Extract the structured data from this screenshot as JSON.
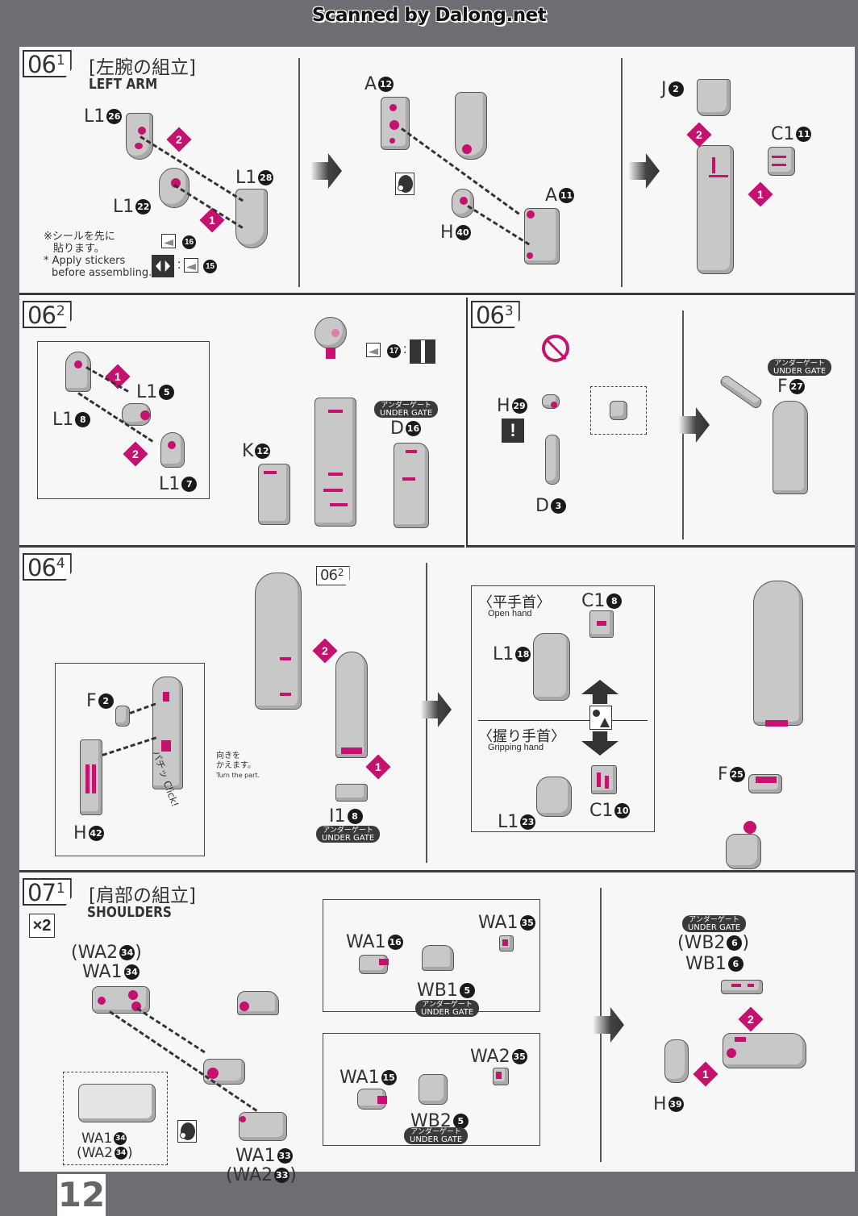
{
  "watermark": "Scanned by Dalong.net",
  "page_number": "12",
  "colors": {
    "accent": "#c4126e",
    "frame": "#706c73",
    "paper": "#f7f7f7"
  },
  "sections": {
    "s06_1": {
      "step": "06",
      "sub": "1",
      "title_jp": "[左腕の組立]",
      "title_en": "LEFT ARM",
      "labels": {
        "l1_26": "L1",
        "l1_26_n": "26",
        "l1_22": "L1",
        "l1_22_n": "22",
        "l1_28": "L1",
        "l1_28_n": "28",
        "a12": "A",
        "a12_n": "12",
        "a11": "A",
        "a11_n": "11",
        "h40": "H",
        "h40_n": "40",
        "j2": "J",
        "j2_n": "2",
        "c1_11": "C1",
        "c1_11_n": "11"
      },
      "order": [
        "1",
        "2"
      ],
      "note_jp_1": "※シールを先に",
      "note_jp_2": "貼ります。",
      "note_en_1": "* Apply stickers",
      "note_en_2": "before assembling.",
      "sticker_16": "16",
      "sticker_15": "15"
    },
    "s06_2": {
      "step": "06",
      "sub": "2",
      "labels": {
        "l1_5": "L1",
        "l1_5_n": "5",
        "l1_8": "L1",
        "l1_8_n": "8",
        "l1_7": "L1",
        "l1_7_n": "7",
        "k12": "K",
        "k12_n": "12",
        "d16": "D",
        "d16_n": "16"
      },
      "sticker_17": "17",
      "under_gate_jp": "アンダーゲート",
      "under_gate_en": "UNDER GATE",
      "order": [
        "1",
        "2"
      ]
    },
    "s06_3": {
      "step": "06",
      "sub": "3",
      "labels": {
        "h29": "H",
        "h29_n": "29",
        "d3": "D",
        "d3_n": "3",
        "f27": "F",
        "f27_n": "27"
      },
      "under_gate_jp": "アンダーゲート",
      "under_gate_en": "UNDER GATE",
      "warning": "!"
    },
    "s06_4": {
      "step": "06",
      "sub": "4",
      "ref_tag": "06",
      "ref_sub": "2",
      "labels": {
        "f2": "F",
        "f2_n": "2",
        "h42": "H",
        "h42_n": "42",
        "i1_8": "I1",
        "i1_8_n": "8",
        "f25": "F",
        "f25_n": "25",
        "c1_8": "C1",
        "c1_8_n": "8",
        "l1_18": "L1",
        "l1_18_n": "18",
        "c1_10": "C1",
        "c1_10_n": "10",
        "l1_23": "L1",
        "l1_23_n": "23"
      },
      "click_jp": "パチッ",
      "click_en": "Click!",
      "turn_jp_1": "向きを",
      "turn_jp_2": "かえます。",
      "turn_en": "Turn the part.",
      "open_hand_jp": "〈平手首〉",
      "open_hand_en": "Open hand",
      "grip_hand_jp": "〈握り手首〉",
      "grip_hand_en": "Gripping hand",
      "under_gate_jp": "アンダーゲート",
      "under_gate_en": "UNDER GATE",
      "order": [
        "1",
        "2"
      ]
    },
    "s07_1": {
      "step": "07",
      "sub": "1",
      "title_jp": "[肩部の組立]",
      "title_en": "SHOULDERS",
      "multiplier": "×2",
      "labels": {
        "wa2_34_alt": "(WA2",
        "wa2_34_alt_n": "34",
        "wa2_34_alt_close": ")",
        "wa1_34": "WA1",
        "wa1_34_n": "34",
        "wa1_33": "WA1",
        "wa1_33_n": "33",
        "wa2_33_alt": "(WA2",
        "wa2_33_alt_n": "33",
        "wa2_33_alt_close": ")",
        "inset_wa1_34": "WA1",
        "inset_wa1_34_n": "34",
        "inset_wa2_34": "(WA2",
        "inset_wa2_34_n": "34",
        "inset_wa2_34_close": ")",
        "wa1_35": "WA1",
        "wa1_35_n": "35",
        "wa1_16": "WA1",
        "wa1_16_n": "16",
        "wb1_5": "WB1",
        "wb1_5_n": "5",
        "wa2_35": "WA2",
        "wa2_35_n": "35",
        "wa1_15": "WA1",
        "wa1_15_n": "15",
        "wb2_5": "WB2",
        "wb2_5_n": "5",
        "wb2_6": "(WB2",
        "wb2_6_n": "6",
        "wb2_6_close": ")",
        "wb1_6": "WB1",
        "wb1_6_n": "6",
        "h39": "H",
        "h39_n": "39"
      },
      "under_gate_jp": "アンダーゲート",
      "under_gate_en": "UNDER GATE",
      "order": [
        "1",
        "2"
      ]
    }
  }
}
